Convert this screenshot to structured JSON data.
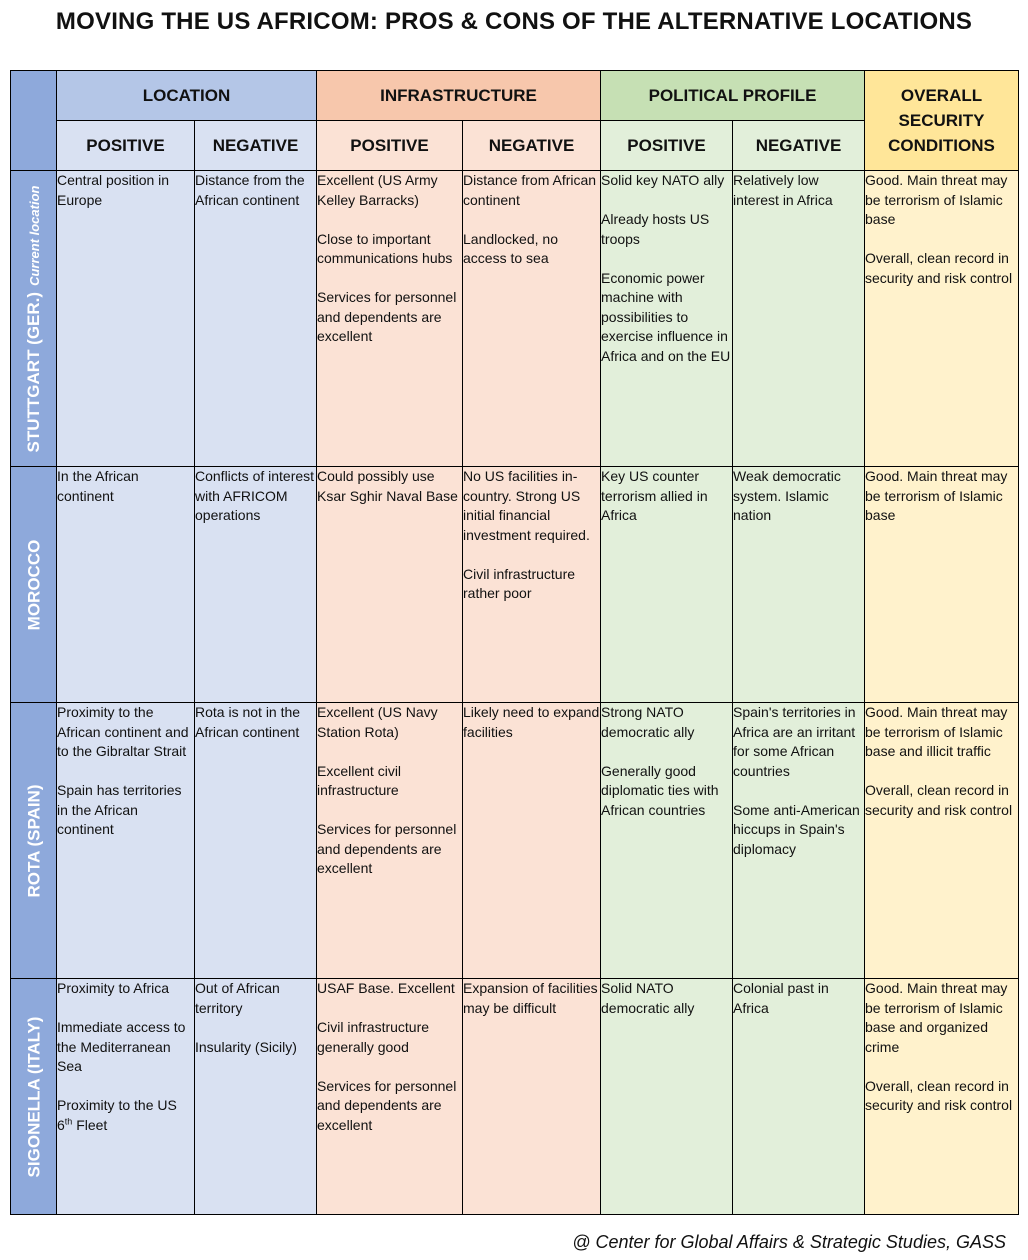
{
  "title": "MOVING THE US AFRICOM: PROS & CONS OF THE ALTERNATIVE LOCATIONS",
  "header": {
    "location": "LOCATION",
    "infrastructure": "INFRASTRUCTURE",
    "political_profile": "POLITICAL PROFILE",
    "security": [
      "OVERALL",
      "SECURITY",
      "CONDITIONS"
    ],
    "positive": "POSITIVE",
    "negative": "NEGATIVE"
  },
  "rows": [
    {
      "name": "STUTTGART (GER.)",
      "note": "Current location",
      "loc_pos": [
        "Central position in Europe"
      ],
      "loc_neg": [
        "Distance from the African continent"
      ],
      "inf_pos": [
        "Excellent (US Army Kelley Barracks)",
        "Close to important communications hubs",
        "Services for personnel and dependents are excellent"
      ],
      "inf_neg": [
        "Distance from African continent",
        "Landlocked, no access to sea"
      ],
      "pol_pos": [
        "Solid key NATO ally",
        "Already hosts US troops",
        "Economic power machine with possibilities to exercise influence in Africa and on the EU"
      ],
      "pol_neg": [
        "Relatively low interest in Africa"
      ],
      "security": [
        "Good. Main threat may be terrorism of Islamic base",
        "Overall, clean record in security and risk control"
      ]
    },
    {
      "name": "MOROCCO",
      "note": "",
      "loc_pos": [
        "In the African continent"
      ],
      "loc_neg": [
        "Conflicts of interest with AFRICOM operations"
      ],
      "inf_pos": [
        "Could possibly use Ksar Sghir Naval Base"
      ],
      "inf_neg": [
        "No US facilities in-country. Strong US initial financial investment required.",
        "Civil infrastructure rather poor"
      ],
      "pol_pos": [
        "Key US counter terrorism allied in Africa"
      ],
      "pol_neg": [
        "Weak democratic system. Islamic nation"
      ],
      "security": [
        "Good. Main threat may be terrorism of Islamic base"
      ]
    },
    {
      "name": "ROTA (SPAIN)",
      "note": "",
      "loc_pos": [
        "Proximity to the African continent and to the Gibraltar Strait",
        "Spain has territories in the African continent"
      ],
      "loc_neg": [
        "Rota is not in the African continent"
      ],
      "inf_pos": [
        "Excellent (US Navy Station Rota)",
        "Excellent civil infrastructure",
        "Services for personnel and dependents are excellent"
      ],
      "inf_neg": [
        "Likely need to expand facilities"
      ],
      "pol_pos": [
        "Strong NATO democratic ally",
        "Generally good diplomatic ties with African countries"
      ],
      "pol_neg": [
        "Spain's territories in Africa are an irritant for some African countries",
        "Some anti-American hiccups in Spain's diplomacy"
      ],
      "security": [
        "Good. Main threat may be terrorism of Islamic base and illicit traffic",
        "Overall, clean record in security and risk control"
      ]
    },
    {
      "name": "SIGONELLA (ITALY)",
      "note": "",
      "loc_pos": [
        "Proximity to Africa",
        "Immediate access to the Mediterranean Sea"
      ],
      "loc_pos_last": {
        "before": "Proximity to the US 6",
        "sup": "th",
        "after": " Fleet"
      },
      "loc_neg": [
        "Out of African territory",
        "Insularity (Sicily)"
      ],
      "inf_pos": [
        "USAF Base. Excellent",
        "Civil infrastructure generally good",
        "Services for personnel and dependents are excellent"
      ],
      "inf_neg": [
        "Expansion of facilities may be difficult"
      ],
      "pol_pos": [
        "Solid NATO democratic ally"
      ],
      "pol_neg": [
        "Colonial past in Africa"
      ],
      "security": [
        "Good. Main threat may be terrorism of Islamic base and organized crime",
        "Overall, clean record in security and risk control"
      ]
    }
  ],
  "footer": "@ Center for Global Affairs & Strategic Studies, GASS"
}
